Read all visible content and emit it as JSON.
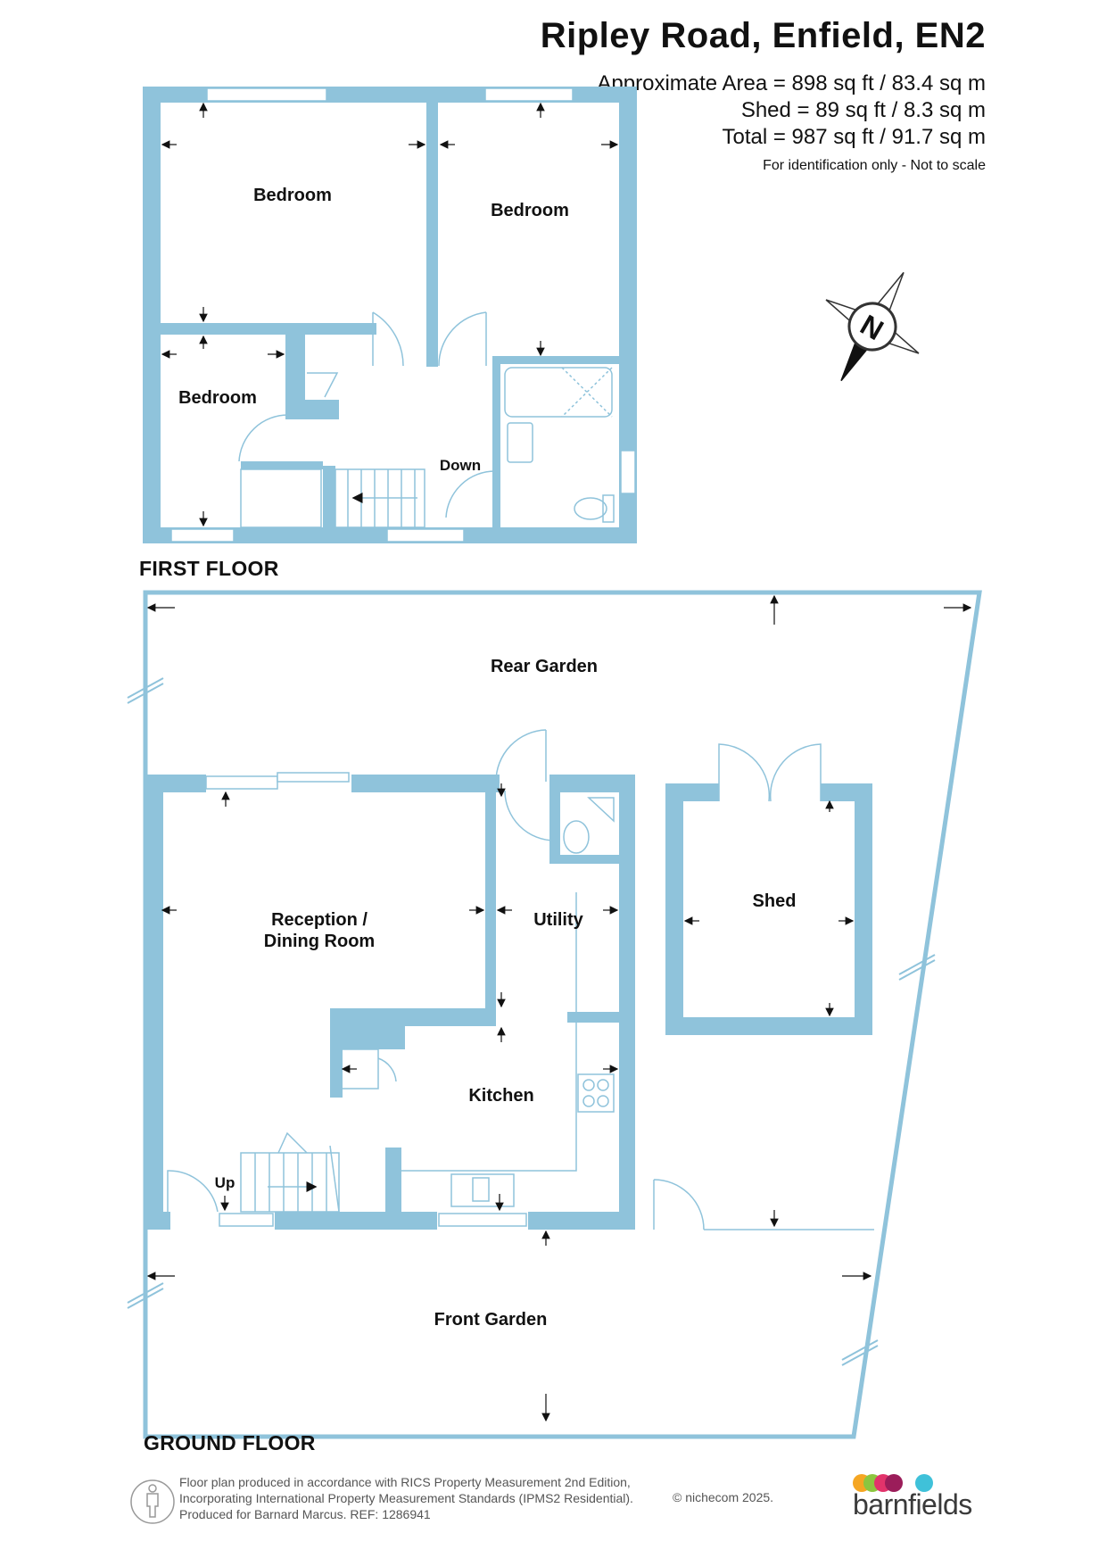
{
  "header": {
    "title": "Ripley Road, Enfield, EN2",
    "area_lines": [
      "Approximate Area = 898 sq ft / 83.4 sq m",
      "Shed = 89 sq ft / 8.3 sq m",
      "Total = 987 sq ft / 91.7 sq m"
    ],
    "identification_note": "For identification only - Not to scale"
  },
  "compass": {
    "label": "N",
    "icon": "compass-rose-icon"
  },
  "floors": {
    "first": {
      "label": "FIRST FLOOR",
      "rooms": [
        "Bedroom",
        "Bedroom",
        "Bedroom"
      ],
      "stairs_label": "Down"
    },
    "ground": {
      "label": "GROUND FLOOR",
      "rooms": {
        "rear_garden": "Rear Garden",
        "reception_line1": "Reception /",
        "reception_line2": "Dining Room",
        "utility": "Utility",
        "shed": "Shed",
        "kitchen": "Kitchen",
        "front_garden": "Front Garden"
      },
      "stairs_label": "Up"
    }
  },
  "footer": {
    "lines": [
      "Floor plan produced in accordance with RICS Property Measurement 2nd Edition,",
      "Incorporating International Property Measurement Standards (IPMS2 Residential).",
      "Produced for Barnard Marcus.   REF:  1286941"
    ],
    "copyright": "© nichecom 2025.",
    "brand": "barnfields",
    "brand_dot_colors": [
      "#f5a623",
      "#8cc63f",
      "#e2336b",
      "#9b1d5a",
      "#3fc1d9"
    ]
  },
  "colors": {
    "wall": "#8fc3db",
    "outline": "#8fc3db",
    "text": "#111111"
  }
}
